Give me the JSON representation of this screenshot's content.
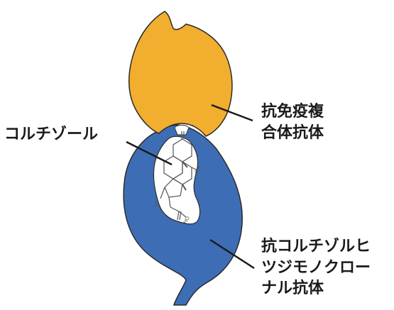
{
  "labels": {
    "cortisol": "コルチゾール",
    "anti_immune_complex": [
      "抗免疫複",
      "合体抗体"
    ],
    "anti_hydrocortisone": [
      "抗コルチゾルヒ",
      "ツジモノクロー",
      "ナル抗体"
    ]
  },
  "molecule_text": {
    "oh_top": "OH",
    "oh_left": "HO",
    "oh_bottom": "HO"
  },
  "colors": {
    "immune_complex_antibody": "#F2AE2E",
    "monoclonal_antibody": "#3D6EB5",
    "outline": "#2a2a2a",
    "pointer_line": "#1a1a1a"
  }
}
